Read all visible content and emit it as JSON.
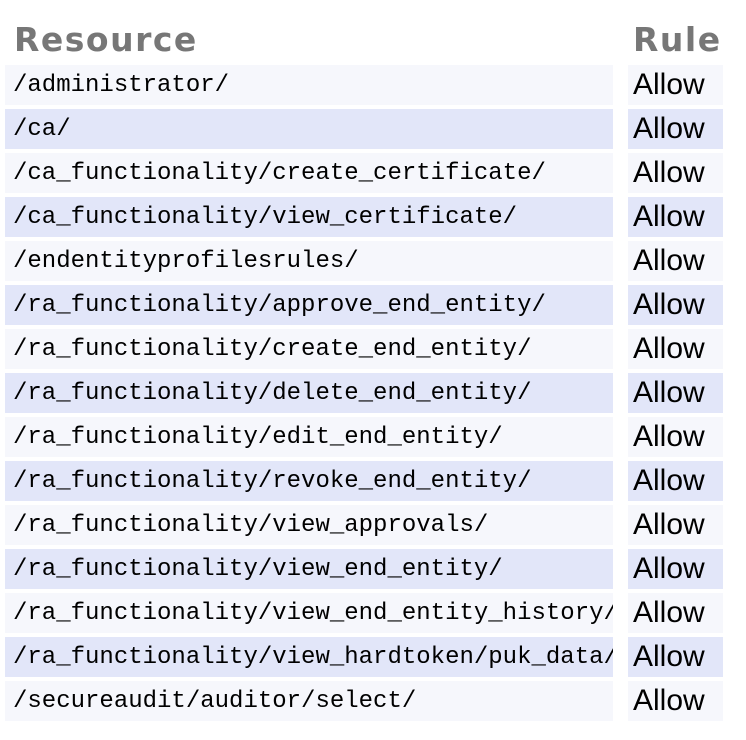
{
  "colors": {
    "page_background": "#ffffff",
    "row_light": "#f6f7fc",
    "row_dark": "#e2e6f9",
    "header_text": "#777777",
    "cell_text": "#000000"
  },
  "table": {
    "columns": [
      {
        "label": "Resource"
      },
      {
        "label": "Rule"
      }
    ],
    "rows": [
      {
        "resource": "/administrator/",
        "rule": "Allow"
      },
      {
        "resource": "/ca/",
        "rule": "Allow"
      },
      {
        "resource": "/ca_functionality/create_certificate/",
        "rule": "Allow"
      },
      {
        "resource": "/ca_functionality/view_certificate/",
        "rule": "Allow"
      },
      {
        "resource": "/endentityprofilesrules/",
        "rule": "Allow"
      },
      {
        "resource": "/ra_functionality/approve_end_entity/",
        "rule": "Allow"
      },
      {
        "resource": "/ra_functionality/create_end_entity/",
        "rule": "Allow"
      },
      {
        "resource": "/ra_functionality/delete_end_entity/",
        "rule": "Allow"
      },
      {
        "resource": "/ra_functionality/edit_end_entity/",
        "rule": "Allow"
      },
      {
        "resource": "/ra_functionality/revoke_end_entity/",
        "rule": "Allow"
      },
      {
        "resource": "/ra_functionality/view_approvals/",
        "rule": "Allow"
      },
      {
        "resource": "/ra_functionality/view_end_entity/",
        "rule": "Allow"
      },
      {
        "resource": "/ra_functionality/view_end_entity_history/",
        "rule": "Allow"
      },
      {
        "resource": "/ra_functionality/view_hardtoken/puk_data/",
        "rule": "Allow"
      },
      {
        "resource": "/secureaudit/auditor/select/",
        "rule": "Allow"
      }
    ]
  }
}
